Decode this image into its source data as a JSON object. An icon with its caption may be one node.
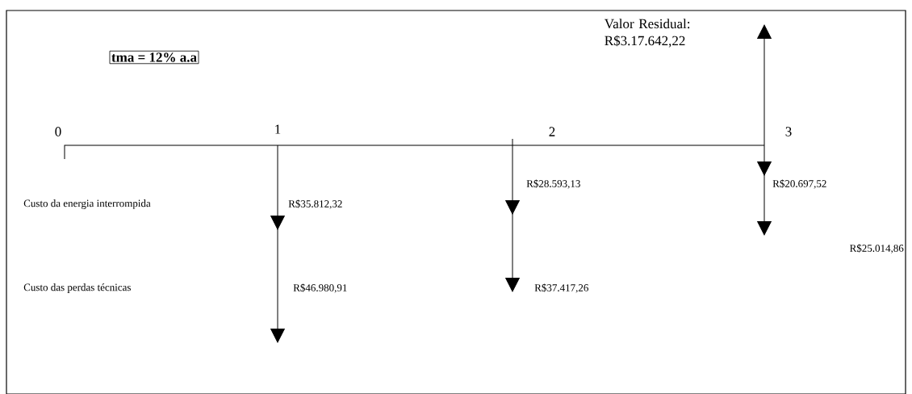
{
  "diagram": {
    "nodes": [
      {
        "text": [
          "tma = 12% a.a"
        ]
      }
    ],
    "labels": [
      "Valor Residual: R$3.17.642,22",
      "0",
      "1",
      "2",
      "3",
      "R$28.593,13",
      "R$20.697,52",
      "Custo da energia interrompida",
      "R$35.812,32",
      "R$25.014,86",
      "Custo das perdas técnicas",
      "R$46.980,91",
      "R$37.417,26"
    ]
  }
}
